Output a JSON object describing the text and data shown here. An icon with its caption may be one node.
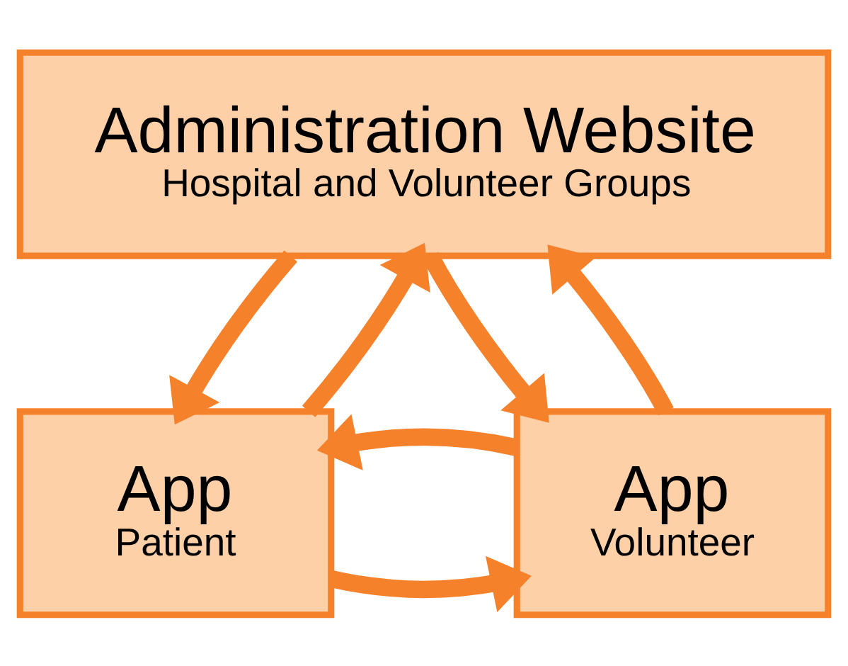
{
  "diagram": {
    "nodes": [
      {
        "text": [
          "Administration Website",
          "Hospital and Volunteer Groups"
        ]
      },
      {
        "text": [
          "App",
          "Patient"
        ]
      },
      {
        "text": [
          "App",
          "Volunteer"
        ]
      }
    ],
    "edges": [
      {
        "from": 1,
        "to": 0,
        "arrow": "to"
      },
      {
        "from": 0,
        "to": 1,
        "arrow": "to"
      },
      {
        "from": 2,
        "to": 0,
        "arrow": "to"
      },
      {
        "from": 0,
        "to": 2,
        "arrow": "to"
      },
      {
        "from": 1,
        "to": 2,
        "arrow": "to"
      },
      {
        "from": 2,
        "to": 1,
        "arrow": "to"
      }
    ]
  }
}
